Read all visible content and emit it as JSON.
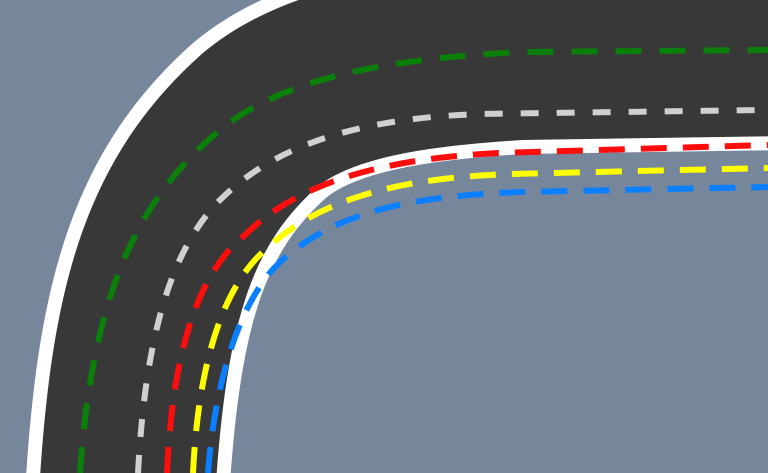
{
  "scene": {
    "background_color": "#76869b",
    "road_color": "#383838",
    "edge_line_color": "#ffffff"
  },
  "lanes": [
    {
      "id": "green-line",
      "color": "#0a7f0a",
      "style": "dashed"
    },
    {
      "id": "gray-line",
      "color": "#d0d0d0",
      "style": "dashed"
    },
    {
      "id": "red-line",
      "color": "#ff0d0d",
      "style": "dashed"
    },
    {
      "id": "yellow-line",
      "color": "#ffff00",
      "style": "dashed"
    },
    {
      "id": "blue-line",
      "color": "#0a7fff",
      "style": "dashed"
    }
  ]
}
